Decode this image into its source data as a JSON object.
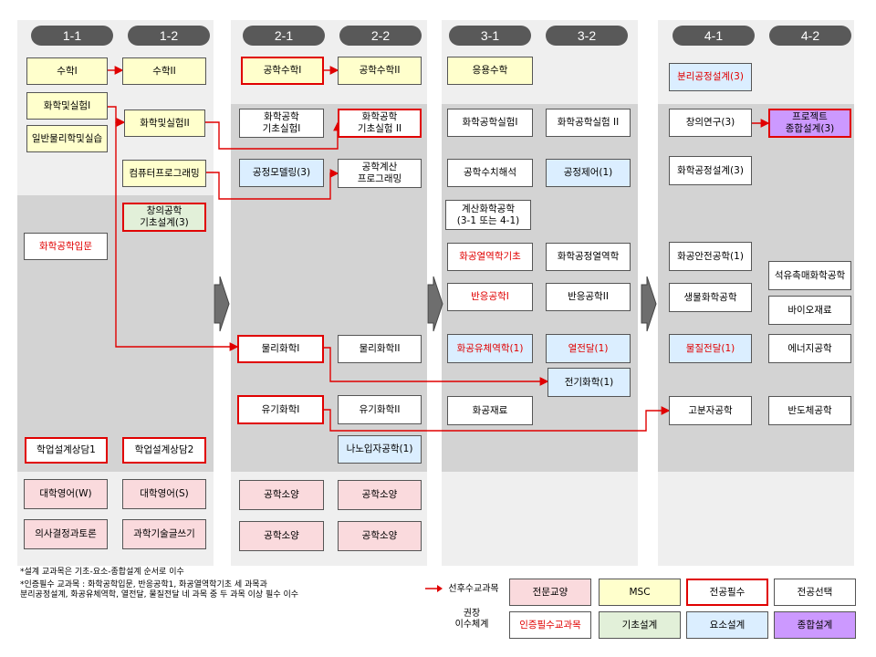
{
  "semesters": [
    "1-1",
    "1-2",
    "2-1",
    "2-2",
    "3-1",
    "3-2",
    "4-1",
    "4-2"
  ],
  "courses": {
    "math1": "수학I",
    "math2": "수학II",
    "chemlab1": "화학및실험I",
    "chemlab2": "화학및실험II",
    "physlab": "일반물리학및실습",
    "programming": "컴퓨터프로그래밍",
    "creative_basic_design": "창의공학\n기초설계(3)",
    "intro_chemeng": "화학공학입문",
    "consult1": "학업설계상담1",
    "consult2": "학업설계상담2",
    "english_w": "대학영어(W)",
    "english_s": "대학영어(S)",
    "decision_debate": "의사결정과토론",
    "tech_writing": "과학기술글쓰기",
    "engmath1": "공학수학I",
    "engmath2": "공학수학II",
    "chemeng_lab_basic1": "화학공학\n기초실험I",
    "chemeng_lab_basic2": "화학공학\n기초실험 II",
    "process_modeling": "공정모델링(3)",
    "eng_calc_programming": "공학계산\n프로그래밍",
    "physchem1": "물리화학I",
    "physchem2": "물리화학II",
    "organic1": "유기화학I",
    "organic2": "유기화학II",
    "nano": "나노입자공학(1)",
    "eng_ref_21": "공학소양",
    "eng_ref_22": "공학소양",
    "eng_ref_21b": "공학소양",
    "eng_ref_22b": "공학소양",
    "applied_math": "응용수학",
    "chemeng_exp1": "화학공학실험I",
    "chemeng_exp2": "화학공학실험 II",
    "numerical": "공학수치해석",
    "process_control": "공정제어(1)",
    "computational": "계산화학공학\n(3-1 또는 4-1)",
    "thermo_basic": "화공열역학기초",
    "thermo": "화학공정열역학",
    "reaction1": "반응공학I",
    "reaction2": "반응공학II",
    "fluid": "화공유체역학(1)",
    "heat_transfer": "열전달(1)",
    "electrochem": "전기화학(1)",
    "materials": "화공재료",
    "separation_design": "분리공정설계(3)",
    "creative_research": "창의연구(3)",
    "project_design": "프로젝트\n종합설계(3)",
    "process_design": "화학공정설계(3)",
    "safety": "화공안전공학(1)",
    "petrochem": "석유촉매화학공학",
    "bio": "생물화학공학",
    "biomaterials": "바이오재료",
    "mass_transfer": "물질전달(1)",
    "energy": "에너지공학",
    "polymer": "고분자공학",
    "semiconductor": "반도체공학"
  },
  "notes": {
    "line1": "*설계 교과목은 기초-요소-종합설계 순서로 이수",
    "line2": "*인증필수 교과목 : 화학공학입문, 반응공학1, 화공열역학기초 세 과목과\n 분리공정설계, 화공유체역학, 열전달, 물질전달 네 과목 중 두 과목 이상 필수 이수"
  },
  "legend": {
    "prereq": "선후수교과목",
    "recommended": "권장\n이수체계",
    "major_liberal": "전문교양",
    "msc": "MSC",
    "major_required": "전공필수",
    "major_elective": "전공선택",
    "cert_required": "인증필수교과목",
    "basic_design": "기초설계",
    "element_design": "요소설계",
    "comprehensive_design": "종합설계"
  },
  "colors": {
    "pill": "#595959",
    "band_light": "#efefef",
    "band_dark": "#d3d3d3",
    "msc": "#ffffcc",
    "liberal": "#fadadd",
    "element": "#dbeeff",
    "basic": "#e2f0d9",
    "comprehensive": "#cc99ff",
    "red": "#e00000"
  }
}
